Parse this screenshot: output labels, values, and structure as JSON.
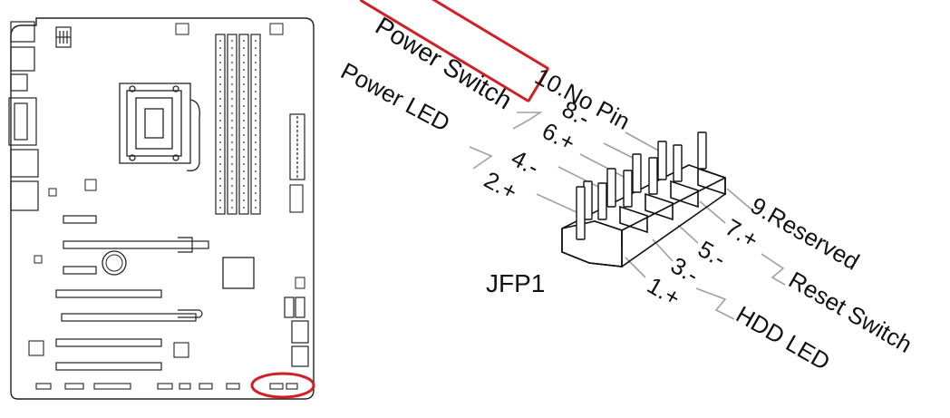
{
  "diagram": {
    "connector_name": "JFP1",
    "left_pins": [
      {
        "label": "10.No Pin"
      },
      {
        "label": "8.-"
      },
      {
        "label": "6.+"
      },
      {
        "label": "4.-"
      },
      {
        "label": "2.+"
      }
    ],
    "right_pins": [
      {
        "label": "9.Reserved"
      },
      {
        "label": "7.+"
      },
      {
        "label": "5.-"
      },
      {
        "label": "3.-"
      },
      {
        "label": "1.+"
      }
    ],
    "groups": {
      "power_switch": "Power Switch",
      "power_led": "Power LED",
      "reset_switch": "Reset Switch",
      "hdd_led": "HDD LED"
    },
    "highlight_color": "#d11f26"
  }
}
